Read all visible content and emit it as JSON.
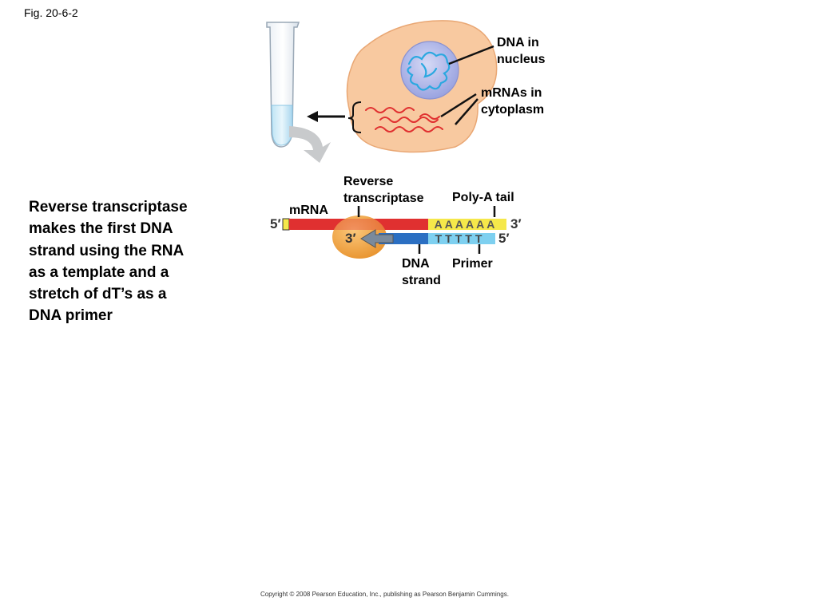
{
  "figure_label": "Fig. 20-6-2",
  "caption": "Reverse transcriptase makes the first DNA strand using the RNA as a template and a stretch of dT’s as a DNA primer",
  "copyright": "Copyright © 2008 Pearson Education, Inc., publishing as Pearson Benjamin Cummings.",
  "cell": {
    "dna_label_line1": "DNA in",
    "dna_label_line2": "nucleus",
    "mrna_label_line1": "mRNAs in",
    "mrna_label_line2": "cytoplasm"
  },
  "strands": {
    "reverse_transcriptase_line1": "Reverse",
    "reverse_transcriptase_line2": "transcriptase",
    "poly_a_tail": "Poly-A tail",
    "mrna": "mRNA",
    "dna_strand_line1": "DNA",
    "dna_strand_line2": "strand",
    "primer": "Primer",
    "mrna_5_end": "5′",
    "mrna_3_end": "3′",
    "dna_3_end": "3′",
    "dna_5_end": "5′",
    "poly_a_letters": "AAAAAA",
    "poly_t_letters": "TTTTT"
  },
  "colors": {
    "cell_fill": "#f8c9a0",
    "nucleus_fill": "#b8bfec",
    "dna_squiggle": "#2aa8e0",
    "mrna_red": "#e03030",
    "poly_a_yellow": "#f5e84a",
    "dna_blue": "#2b6fc2",
    "primer_cyan": "#7ed0f0",
    "enzyme_orange": "#f0a040"
  }
}
